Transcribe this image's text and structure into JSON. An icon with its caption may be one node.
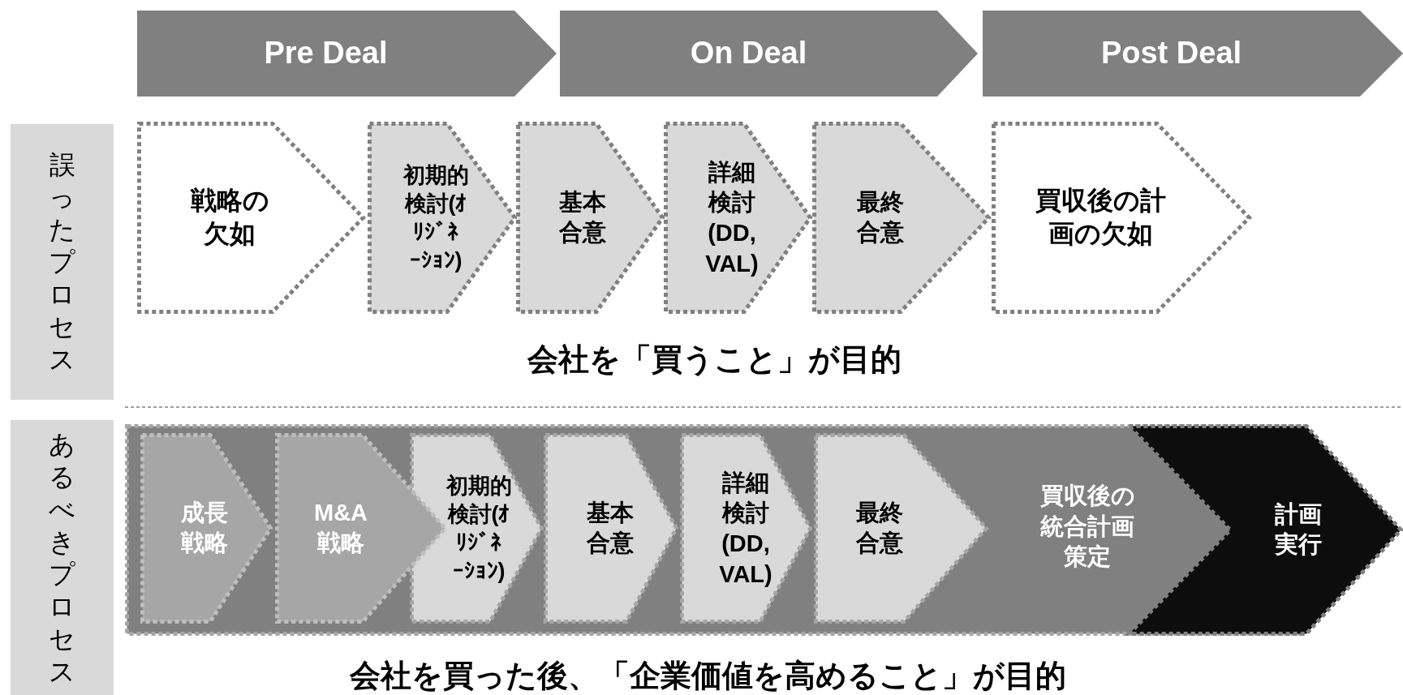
{
  "diagram": {
    "nodes": [
      {
        "text": [
          "Pre Deal"
        ]
      },
      {
        "text": [
          "On Deal"
        ]
      },
      {
        "text": [
          "Post Deal"
        ]
      },
      {
        "text": [
          "誤ったプロセス"
        ]
      },
      {
        "text": [
          "戦略の欠如"
        ]
      },
      {
        "text": [
          "初期的検討(ｵﾘｼﾞﾈｰｼｮﾝ)"
        ]
      },
      {
        "text": [
          "基本合意"
        ]
      },
      {
        "text": [
          "詳細検討(DD, VAL)"
        ]
      },
      {
        "text": [
          "最終合意"
        ]
      },
      {
        "text": [
          "買収後の計画の欠如"
        ]
      },
      {
        "text": [
          "あるべきプロセス"
        ]
      },
      {
        "text": [
          "買収後の統合計画策定"
        ]
      },
      {
        "text": [
          "成長戦略"
        ],
        "in": 11
      },
      {
        "text": [
          "M&A戦略"
        ],
        "in": 11
      },
      {
        "text": [
          "初期的検討(ｵﾘｼﾞﾈｰｼｮﾝ)"
        ],
        "in": 11
      },
      {
        "text": [
          "基本合意"
        ],
        "in": 11
      },
      {
        "text": [
          "詳細検討(DD, VAL)"
        ],
        "in": 11
      },
      {
        "text": [
          "最終合意"
        ],
        "in": 11
      },
      {
        "text": [
          "計画実行"
        ]
      }
    ],
    "edges": [],
    "labels": [
      "会社を「買うこと」が目的",
      "会社を買った後、「企業価値を高めること」が目的"
    ]
  }
}
